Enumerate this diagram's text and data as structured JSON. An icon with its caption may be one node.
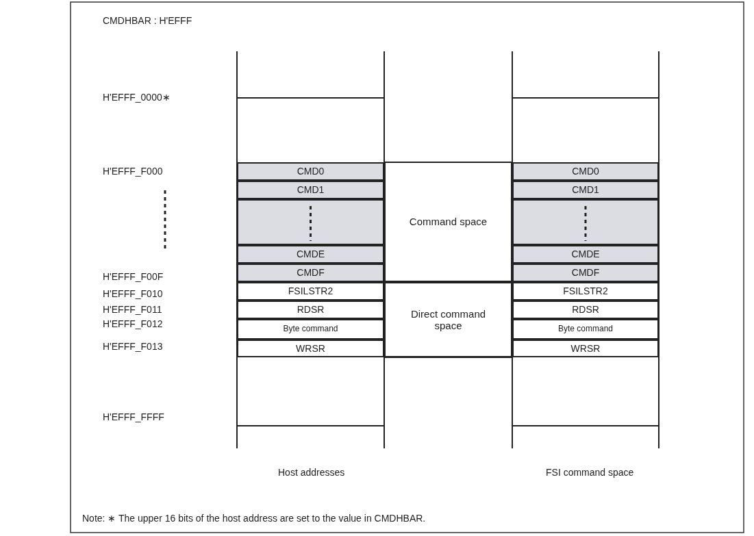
{
  "diagram": {
    "nodes": [
      {
        "text": [
          "CMD0"
        ]
      },
      {
        "text": [
          "CMD1"
        ]
      },
      {
        "text": [],
        "shape": "box"
      },
      {
        "text": [
          "CMDE"
        ]
      },
      {
        "text": [
          "CMDF"
        ]
      },
      {
        "text": [
          "FSILSTR2"
        ]
      },
      {
        "text": [
          "RDSR"
        ]
      },
      {
        "text": [
          "Byte command"
        ]
      },
      {
        "text": [
          "WRSR"
        ]
      },
      {
        "text": [
          "Command space"
        ]
      },
      {
        "text": [
          "Direct command space"
        ]
      },
      {
        "text": [
          "CMD0"
        ]
      },
      {
        "text": [
          "CMD1"
        ]
      },
      {
        "text": [],
        "shape": "box"
      },
      {
        "text": [
          "CMDE"
        ]
      },
      {
        "text": [
          "CMDF"
        ]
      },
      {
        "text": [
          "FSILSTR2"
        ]
      },
      {
        "text": [
          "RDSR"
        ]
      },
      {
        "text": [
          "Byte command"
        ]
      },
      {
        "text": [
          "WRSR"
        ]
      }
    ],
    "labels": [
      "CMDHBAR : H'EFFF",
      "H'EFFF_0000∗",
      "H'EFFF_F000",
      "H'EFFF_F00F",
      "H'EFFF_F010",
      "H'EFFF_F011",
      "H'EFFF_F012",
      "H'EFFF_F013",
      "H'EFFF_FFFF",
      "Host addresses",
      "FSI command space",
      "Note: ∗ The upper 16 bits of the host address are set to the value in CMDHBAR."
    ]
  }
}
